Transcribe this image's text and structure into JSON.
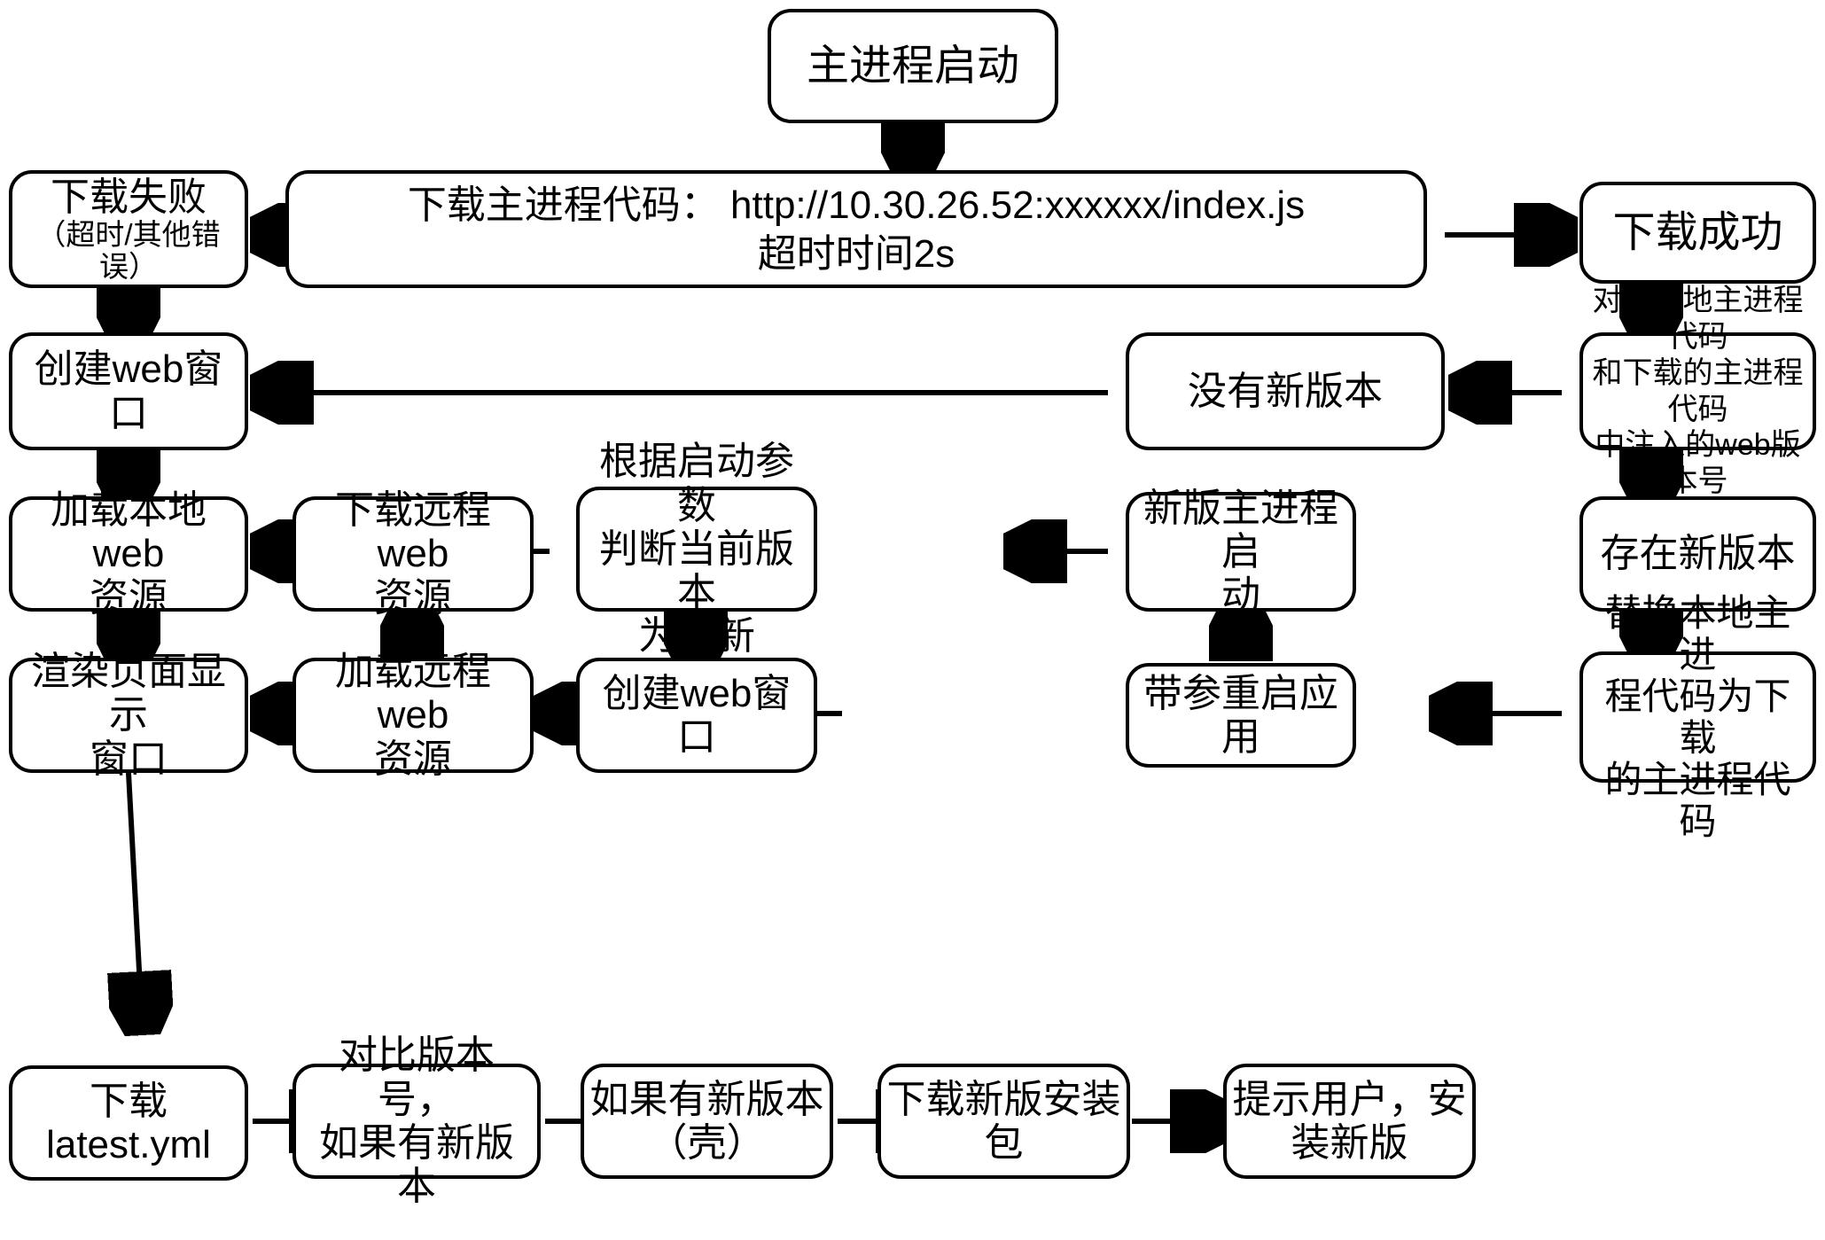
{
  "diagram": {
    "title_node": "主进程启动",
    "nodes": {
      "main_process_start": "主进程启动",
      "download_main_code": "下载主进程代码： http://10.30.26.52:xxxxxx/index.js\n超时时间2s",
      "download_fail": "下载失败",
      "download_fail_sub": "（超时/其他错误）",
      "download_success": "下载成功",
      "compare_web_version": "对比本地主进程代码\n和下载的主进程代码\n中注入的web版本号",
      "no_new_version": "没有新版本",
      "create_web_window_left": "创建web窗口",
      "has_new_version": "存在新版本",
      "load_local_web": "加载本地web\n资源",
      "download_remote_web": "下载远程web\n资源",
      "judge_current_latest": "根据启动参数\n判断当前版本\n为最新",
      "new_main_process_start": "新版主进程启\n动",
      "replace_local_main_code": "替换本地主进\n程代码为下载\n的主进程代码",
      "render_page_window": "渲染页面显示\n窗口",
      "load_remote_web": "加载远程web\n资源",
      "create_web_window_mid": "创建web窗口",
      "restart_with_args": "带参重启应用",
      "download_latest_yml": "下载latest.yml",
      "compare_version_number": "对比版本号，\n如果有新版本",
      "if_new_version_shell": "如果有新版本\n（壳）",
      "download_new_installer": "下载新版安装\n包",
      "prompt_user_install": "提示用户，安\n装新版"
    },
    "colors": {
      "stroke": "#000000",
      "fill": "#ffffff",
      "text": "#000000"
    }
  }
}
